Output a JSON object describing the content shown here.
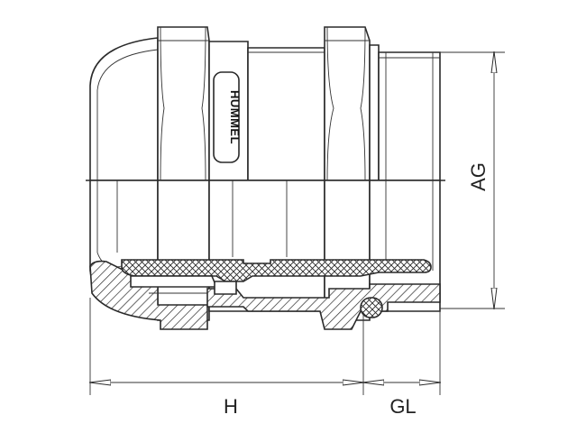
{
  "dimensions": {
    "h_label": "H",
    "gl_label": "GL",
    "ag_label": "AG"
  },
  "logo": {
    "text": "HUMMEL"
  }
}
